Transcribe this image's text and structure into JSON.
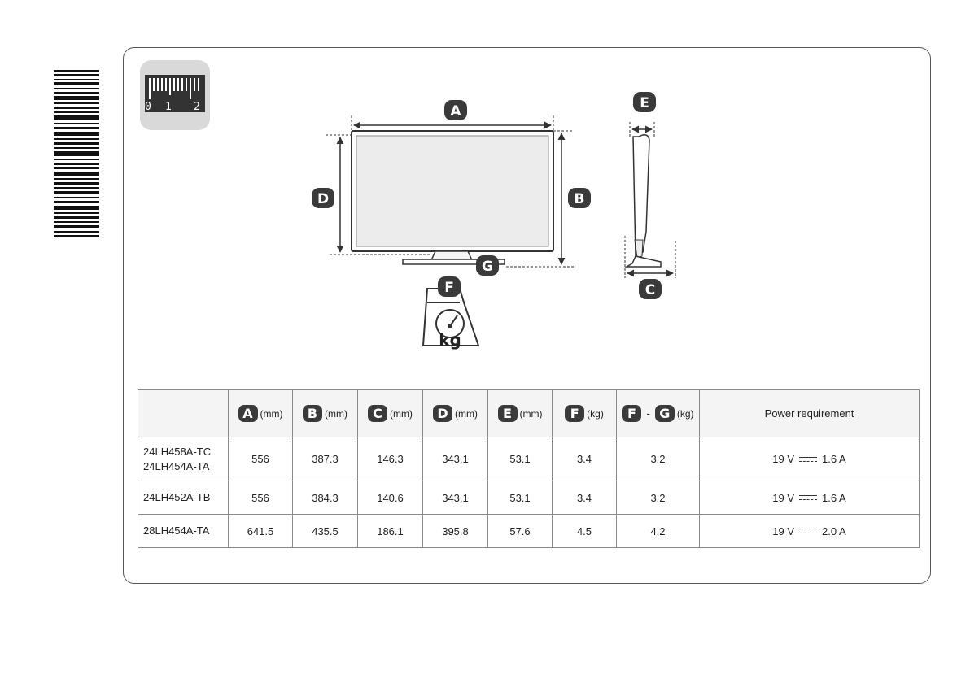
{
  "ruler_icon": {
    "ticks": [
      "0",
      "1",
      "2"
    ]
  },
  "diagram": {
    "labels": {
      "a": "A",
      "b": "B",
      "c": "C",
      "d": "D",
      "e": "E",
      "f": "F",
      "g": "G"
    },
    "weight_unit": "kg"
  },
  "table": {
    "headers": [
      {
        "letter": "A",
        "unit": "(mm)"
      },
      {
        "letter": "B",
        "unit": "(mm)"
      },
      {
        "letter": "C",
        "unit": "(mm)"
      },
      {
        "letter": "D",
        "unit": "(mm)"
      },
      {
        "letter": "E",
        "unit": "(mm)"
      },
      {
        "letter": "F",
        "unit": "(kg)"
      }
    ],
    "fg_header": {
      "letter1": "F",
      "separator": "-",
      "letter2": "G",
      "unit": "(kg)"
    },
    "power_header": "Power requirement",
    "rows": [
      {
        "model1": "24LH458A-TC",
        "model2": "24LH454A-TA",
        "a": "556",
        "b": "387.3",
        "c": "146.3",
        "d": "343.1",
        "e": "53.1",
        "f": "3.4",
        "fg": "3.2",
        "volt": "19 V",
        "amp": "1.6 A"
      },
      {
        "model1": "24LH452A-TB",
        "model2": "",
        "a": "556",
        "b": "384.3",
        "c": "140.6",
        "d": "343.1",
        "e": "53.1",
        "f": "3.4",
        "fg": "3.2",
        "volt": "19 V",
        "amp": "1.6 A"
      },
      {
        "model1": "28LH454A-TA",
        "model2": "",
        "a": "641.5",
        "b": "435.5",
        "c": "186.1",
        "d": "395.8",
        "e": "57.6",
        "f": "4.5",
        "fg": "4.2",
        "volt": "19 V",
        "amp": "2.0 A"
      }
    ]
  }
}
